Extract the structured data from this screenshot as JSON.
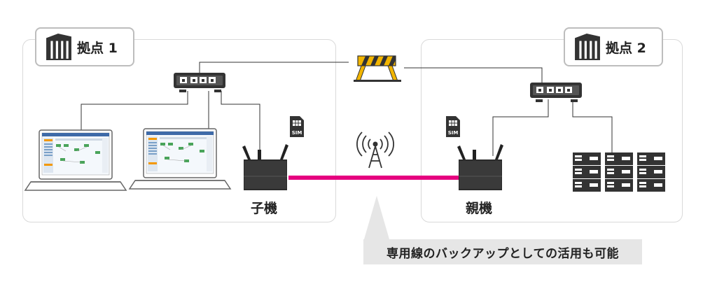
{
  "site1": {
    "label": "拠点 1"
  },
  "site2": {
    "label": "拠点 2"
  },
  "child_router": {
    "label": "子機"
  },
  "parent_router": {
    "label": "親機"
  },
  "sim_label": "SIM",
  "caption": "専用線のバックアップとしての活用も可能",
  "colors": {
    "link": "#e5007f",
    "gray": "#bdbdbd",
    "dark": "#333333",
    "barrier": "#f2b500"
  },
  "icons": [
    "building-icon",
    "network-switch-icon",
    "laptop-icon",
    "sim-card-icon",
    "lte-router-icon",
    "antenna-tower-icon",
    "road-barrier-icon",
    "server-rack-icon"
  ]
}
